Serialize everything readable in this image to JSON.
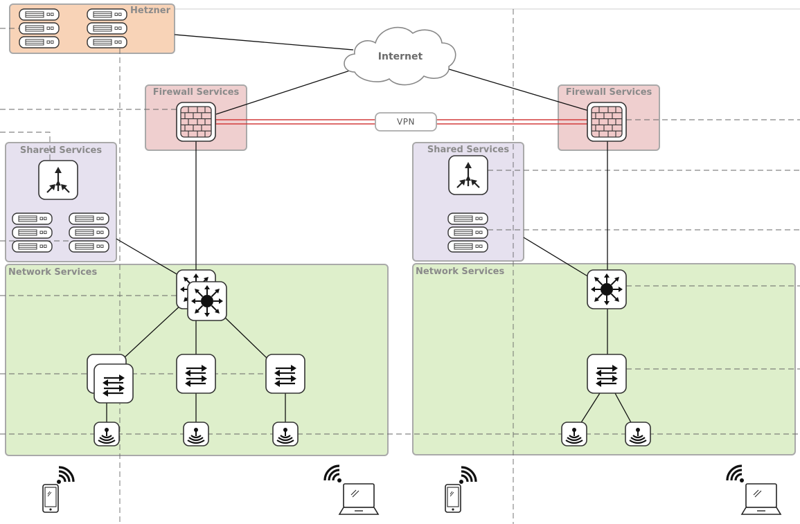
{
  "colors": {
    "hetzner_fill": "#f8d3b7",
    "firewall_fill": "#efcfcf",
    "shared_fill": "#e6e1ef",
    "network_fill": "#deefcb",
    "zone_border": "#a9a9a9",
    "vpn_line": "#d23b3b",
    "link_line": "#111111",
    "dashed_line": "#666666"
  },
  "zones": {
    "hetzner": "Hetzner",
    "internet": "Internet",
    "vpn": "VPN",
    "site_left": {
      "firewall": "Firewall Services",
      "shared": "Shared Services",
      "network": "Network Services"
    },
    "site_right": {
      "firewall": "Firewall Services",
      "shared": "Shared Services",
      "network": "Network Services"
    }
  },
  "icons": [
    "server-rack-icon",
    "cloud-icon",
    "firewall-brick-icon",
    "router-arrows-icon",
    "core-switch-star-icon",
    "switch-arrows-icon",
    "wireless-access-point-icon",
    "phone-icon",
    "laptop-icon",
    "wifi-icon"
  ]
}
